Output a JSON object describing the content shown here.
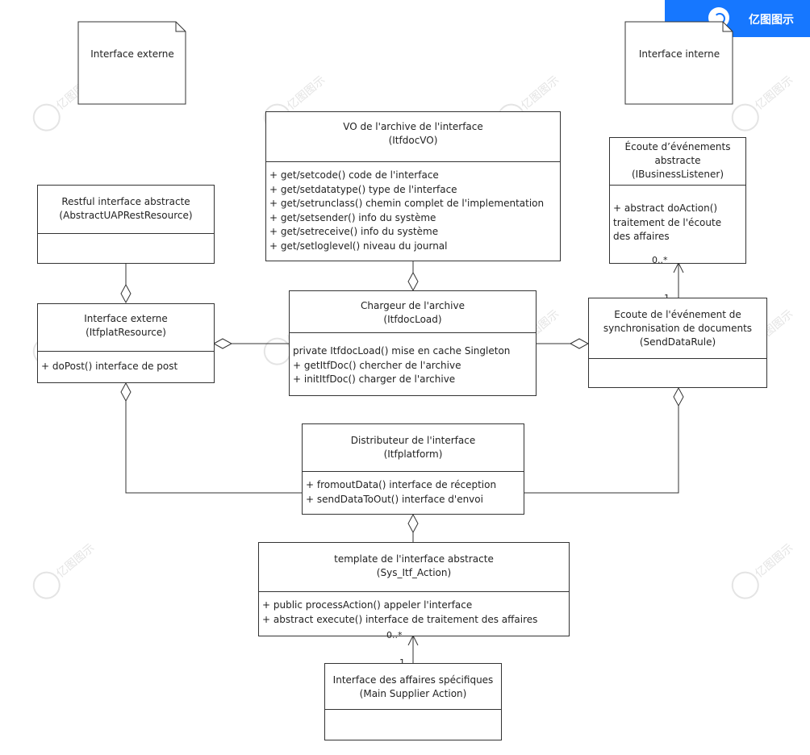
{
  "brand": {
    "name": "亿图图示"
  },
  "watermark": {
    "text": "亿图图示"
  },
  "notes": {
    "external": "Interface externe",
    "internal": "Interface interne"
  },
  "classes": {
    "vo": {
      "name": "VO de l'archive de l'interface",
      "stereo": "(ItfdocVO)",
      "ops": [
        "+ get/setcode() code de l'interface",
        "+ get/setdatatype() type de l'interface",
        "+ get/setrunclass() chemin complet de l'implementation",
        "+ get/setsender() info du système",
        "+ get/setreceive() info du système",
        "+ get/setloglevel() niveau du journal"
      ]
    },
    "listener": {
      "name1": "Écoute d’événements",
      "name2": "abstracte",
      "stereo": "(IBusinessListener)",
      "ops": [
        "+ abstract doAction()",
        "traitement de l'écoute",
        "des affaires"
      ]
    },
    "restful": {
      "name": "Restful interface abstracte",
      "stereo": "(AbstractUAPRestResource)"
    },
    "itfplat": {
      "name": "Interface externe",
      "stereo": "(ItfplatResource)",
      "ops": [
        "+ doPost() interface de post"
      ]
    },
    "loader": {
      "name": "Chargeur de l'archive",
      "stereo": "(ItfdocLoad)",
      "ops": [
        "private ItfdocLoad() mise en cache Singleton",
        "+ getItfDoc() chercher de l'archive",
        "+ initItfDoc() charger de l'archive"
      ]
    },
    "sendrule": {
      "name1": "Ecoute de l'événement de",
      "name2": "synchronisation de documents",
      "stereo": "(SendDataRule)"
    },
    "distributor": {
      "name": "Distributeur de l'interface",
      "stereo": "(Itfplatform)",
      "ops": [
        "+ fromoutData() interface de réception",
        "+ sendDataToOut() interface d'envoi"
      ]
    },
    "template": {
      "name": "template de l'interface abstracte",
      "stereo": "(Sys_Itf_Action)",
      "ops": [
        "+ public processAction() appeler l'interface",
        "+ abstract execute() interface de traitement des affaires"
      ]
    },
    "specific": {
      "name": "Interface des affaires spécifiques",
      "stereo": "(Main Supplier Action)"
    }
  },
  "multiplicities": {
    "listener_many": "0..*",
    "listener_one": "1",
    "template_many": "0..*",
    "template_one": "1"
  }
}
